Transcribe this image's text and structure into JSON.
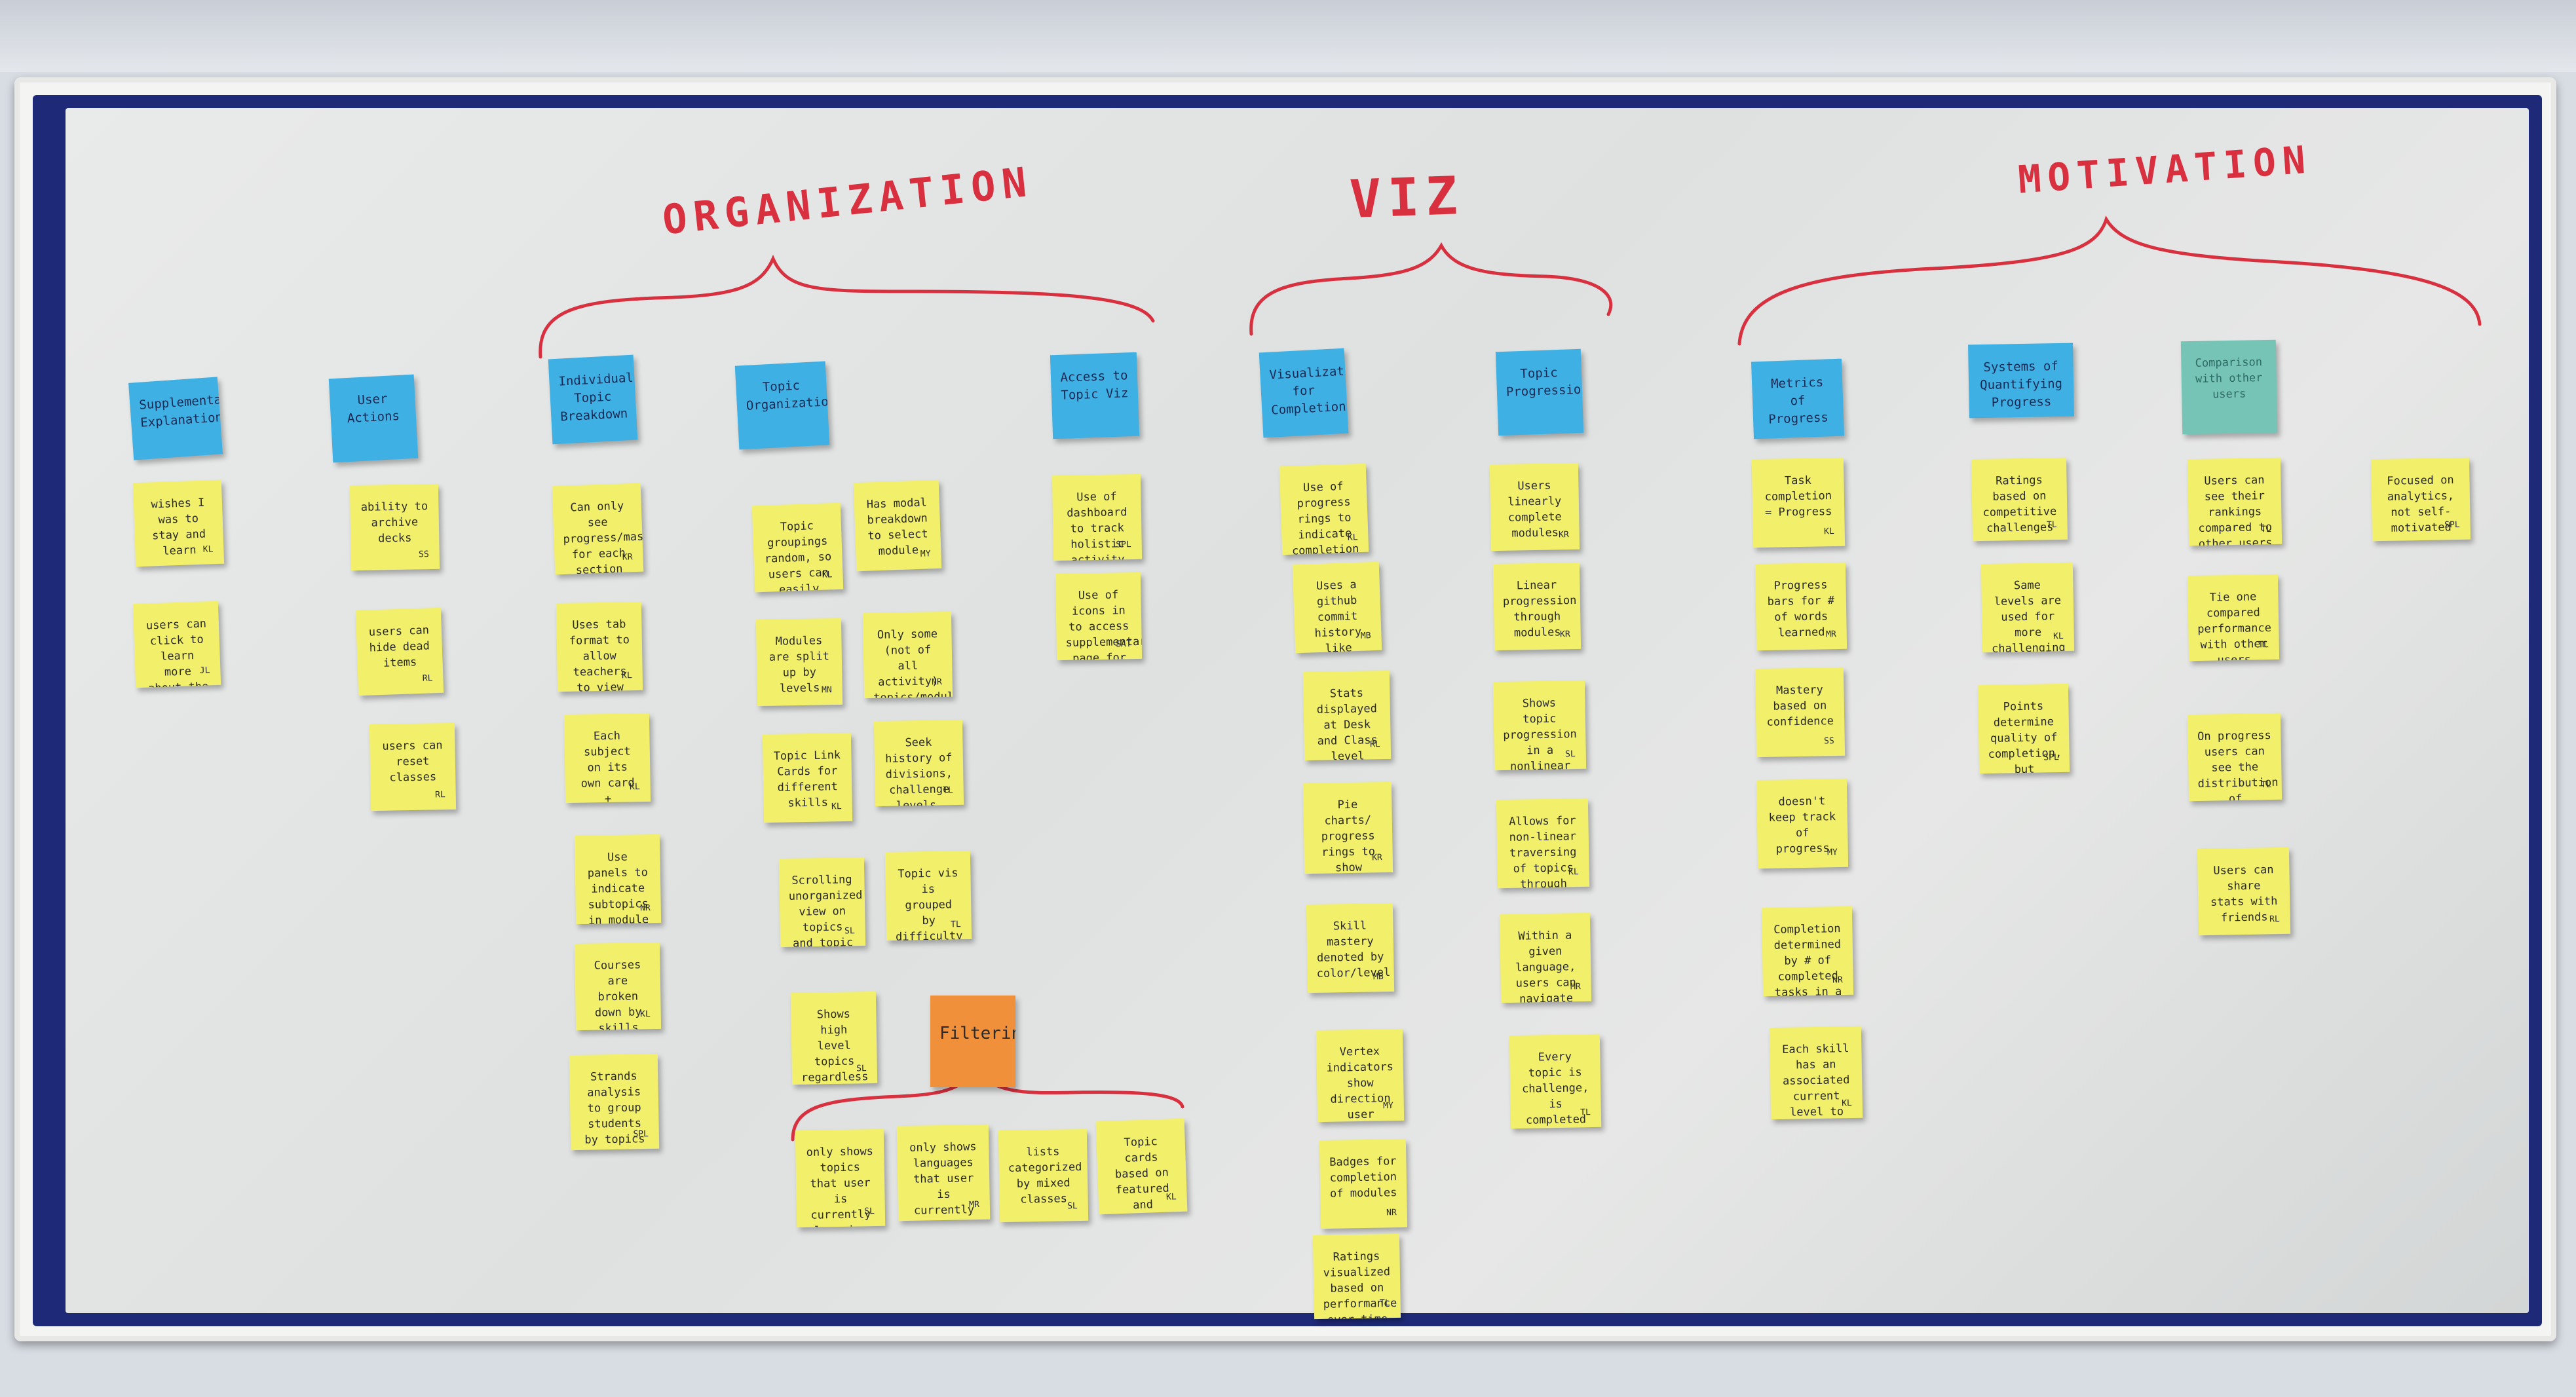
{
  "headings": {
    "organization": "ORGANIZATION",
    "viz": "VIZ",
    "motivation": "MOTIVATION"
  },
  "notes": [
    {
      "id": "supplemental-explanations",
      "color": "blue",
      "text": "Supplemental Explanations"
    },
    {
      "id": "user-actions",
      "color": "blue",
      "text": "User Actions"
    },
    {
      "id": "individual-topic-breakdown",
      "color": "blue",
      "text": "Individual Topic Breakdown"
    },
    {
      "id": "topic-organization",
      "color": "blue",
      "text": "Topic Organization"
    },
    {
      "id": "access-to-topic-viz",
      "color": "blue",
      "text": "Access to Topic Viz"
    },
    {
      "id": "visualizations-for-completion",
      "color": "blue",
      "text": "Visualizations for Completion"
    },
    {
      "id": "topic-progression",
      "color": "blue",
      "text": "Topic Progression"
    },
    {
      "id": "metrics-of-progress",
      "color": "blue",
      "text": "Metrics of Progress"
    },
    {
      "id": "systems-of-quantifying-progress",
      "color": "blue",
      "text": "Systems of Quantifying Progress"
    },
    {
      "id": "comparison",
      "color": "teal",
      "text": "Comparison with other users"
    },
    {
      "id": "filtering",
      "color": "orange",
      "text": "Filtering"
    },
    {
      "id": "s1",
      "color": "yellow",
      "text": "wishes I was to stay and learn",
      "initials": "KL"
    },
    {
      "id": "s2",
      "color": "yellow",
      "text": "users can click to learn more about the ratings scale",
      "initials": "JL"
    },
    {
      "id": "u1",
      "color": "yellow",
      "text": "ability to archive decks",
      "initials": "SS"
    },
    {
      "id": "u2",
      "color": "yellow",
      "text": "users can hide dead items",
      "initials": "RL"
    },
    {
      "id": "u3",
      "color": "yellow",
      "text": "users can reset classes",
      "initials": "RL"
    },
    {
      "id": "i1",
      "color": "yellow",
      "text": "Can only see progress/mastery for each section individually.",
      "initials": "KR"
    },
    {
      "id": "i2",
      "color": "yellow",
      "text": "Uses tab format to allow teachers to view breakdown for each class individually",
      "initials": "KL"
    },
    {
      "id": "i3",
      "color": "yellow",
      "text": "Each subject on its own card + completion bar",
      "initials": "KL"
    },
    {
      "id": "i4",
      "color": "yellow",
      "text": "Use panels to indicate subtopics in module",
      "initials": "NR"
    },
    {
      "id": "i5",
      "color": "yellow",
      "text": "Courses are broken down by skills SKILLS → LESSONS",
      "initials": "KL"
    },
    {
      "id": "i6",
      "color": "yellow",
      "text": "Strands analysis to group students by topics that they need to work on",
      "initials": "SPL"
    },
    {
      "id": "o1",
      "color": "yellow",
      "text": "Topic groupings random, so users can easily navigate between topics",
      "initials": "KL"
    },
    {
      "id": "o2",
      "color": "yellow",
      "text": "Has modal breakdown to select module",
      "initials": "MY"
    },
    {
      "id": "o3",
      "color": "yellow",
      "text": "Modules are split up by levels",
      "initials": "MN"
    },
    {
      "id": "o4",
      "color": "yellow",
      "text": "Only some (not of all activity) topics/modules are visible on dashboard",
      "initials": "NR"
    },
    {
      "id": "o5",
      "color": "yellow",
      "text": "Topic Link Cards for different skills",
      "initials": "KL"
    },
    {
      "id": "o6",
      "color": "yellow",
      "text": "Seek history of divisions, challenge levels, and success rates",
      "initials": "TL"
    },
    {
      "id": "o7",
      "color": "yellow",
      "text": "Scrolling unorganized view on topics and topic completion",
      "initials": "SL"
    },
    {
      "id": "o8",
      "color": "yellow",
      "text": "Topic vis is grouped by difficulty",
      "initials": "TL"
    },
    {
      "id": "o9",
      "color": "yellow",
      "text": "Shows high level topics regardless of completion",
      "initials": "SL"
    },
    {
      "id": "f1",
      "color": "yellow",
      "text": "only shows topics that user is currently learning given option to explore other topics",
      "initials": "SL"
    },
    {
      "id": "f2",
      "color": "yellow",
      "text": "only shows languages that user is currently studying",
      "initials": "MR"
    },
    {
      "id": "f3",
      "color": "yellow",
      "text": "lists categorized by mixed classes",
      "initials": "SL"
    },
    {
      "id": "f4",
      "color": "yellow",
      "text": "Topic cards based on featured and popularity",
      "initials": "KL"
    },
    {
      "id": "a1",
      "color": "yellow",
      "text": "Use of dashboard to track holistic activity and progress",
      "initials": "SPL"
    },
    {
      "id": "a2",
      "color": "yellow",
      "text": "Use of icons in to access supplementary page for stats",
      "initials": "SAT"
    },
    {
      "id": "v1",
      "color": "yellow",
      "text": "Use of progress rings to indicate completion by topic",
      "initials": "KL"
    },
    {
      "id": "v2",
      "color": "yellow",
      "text": "Uses a github commit history like learning streak",
      "initials": "MB"
    },
    {
      "id": "v3",
      "color": "yellow",
      "text": "Stats displayed at Desk and Class level",
      "initials": "RL"
    },
    {
      "id": "v4",
      "color": "yellow",
      "text": "Pie charts/ progress rings to show progression through skills",
      "initials": "KR"
    },
    {
      "id": "v5",
      "color": "yellow",
      "text": "Skill mastery denoted by color/level",
      "initials": "MB"
    },
    {
      "id": "v6",
      "color": "yellow",
      "text": "Vertex indicators show direction user should take to learn a subject",
      "initials": "MY"
    },
    {
      "id": "v7",
      "color": "yellow",
      "text": "Badges for completion of modules",
      "initials": "NR"
    },
    {
      "id": "v8",
      "color": "yellow",
      "text": "Ratings visualized based on performance over time",
      "initials": "TL"
    },
    {
      "id": "p1",
      "color": "yellow",
      "text": "Users linearly complete modules",
      "initials": "KR"
    },
    {
      "id": "p2",
      "color": "yellow",
      "text": "Linear progression through modules",
      "initials": "KR"
    },
    {
      "id": "p3",
      "color": "yellow",
      "text": "Shows topic progression in a nonlinear manner Graph vis",
      "initials": "SL"
    },
    {
      "id": "p4",
      "color": "yellow",
      "text": "Allows for non-linear traversing of topics through mastery tests",
      "initials": "KL"
    },
    {
      "id": "p5",
      "color": "yellow",
      "text": "Within a given language, users can navigate to topics of interest",
      "initials": "MR"
    },
    {
      "id": "p6",
      "color": "yellow",
      "text": "Every topic is challenge, is completed in one product, considering complete to another",
      "initials": "TL"
    },
    {
      "id": "m1",
      "color": "yellow",
      "text": "Task completion = Progress",
      "initials": "KL"
    },
    {
      "id": "m2",
      "color": "yellow",
      "text": "Progress bars for # of words learned",
      "initials": "MR"
    },
    {
      "id": "m3",
      "color": "yellow",
      "text": "Mastery based on confidence",
      "initials": "SS"
    },
    {
      "id": "m4",
      "color": "yellow",
      "text": "doesn't keep track of progress",
      "initials": "MY"
    },
    {
      "id": "m5",
      "color": "yellow",
      "text": "Completion determined by # of completed tasks in a module",
      "initials": "NR"
    },
    {
      "id": "m6",
      "color": "yellow",
      "text": "Each skill has an associated current level to allow users to move up/improve mastery",
      "initials": "KL"
    },
    {
      "id": "q1",
      "color": "yellow",
      "text": "Ratings based on competitive challenges",
      "initials": "TL"
    },
    {
      "id": "q2",
      "color": "yellow",
      "text": "Same levels are used for more challenging content and further mastery",
      "initials": "KL"
    },
    {
      "id": "q3",
      "color": "yellow",
      "text": "Points determine quality of completion, but doesn't affect completion",
      "initials": "SPL"
    },
    {
      "id": "c1",
      "color": "yellow",
      "text": "Users can see their rankings compared to other users w/ a toggle button",
      "initials": "TL"
    },
    {
      "id": "c2",
      "color": "yellow",
      "text": "Tie one compared performance with other users",
      "initials": "TL"
    },
    {
      "id": "c3",
      "color": "yellow",
      "text": "On progress users can see the distribution of performance",
      "initials": "TL"
    },
    {
      "id": "c4",
      "color": "yellow",
      "text": "Users can share stats with friends",
      "initials": "RL"
    },
    {
      "id": "c5",
      "color": "yellow",
      "text": "Focused on analytics, not self-motivated progress from student",
      "initials": "SPL"
    }
  ]
}
